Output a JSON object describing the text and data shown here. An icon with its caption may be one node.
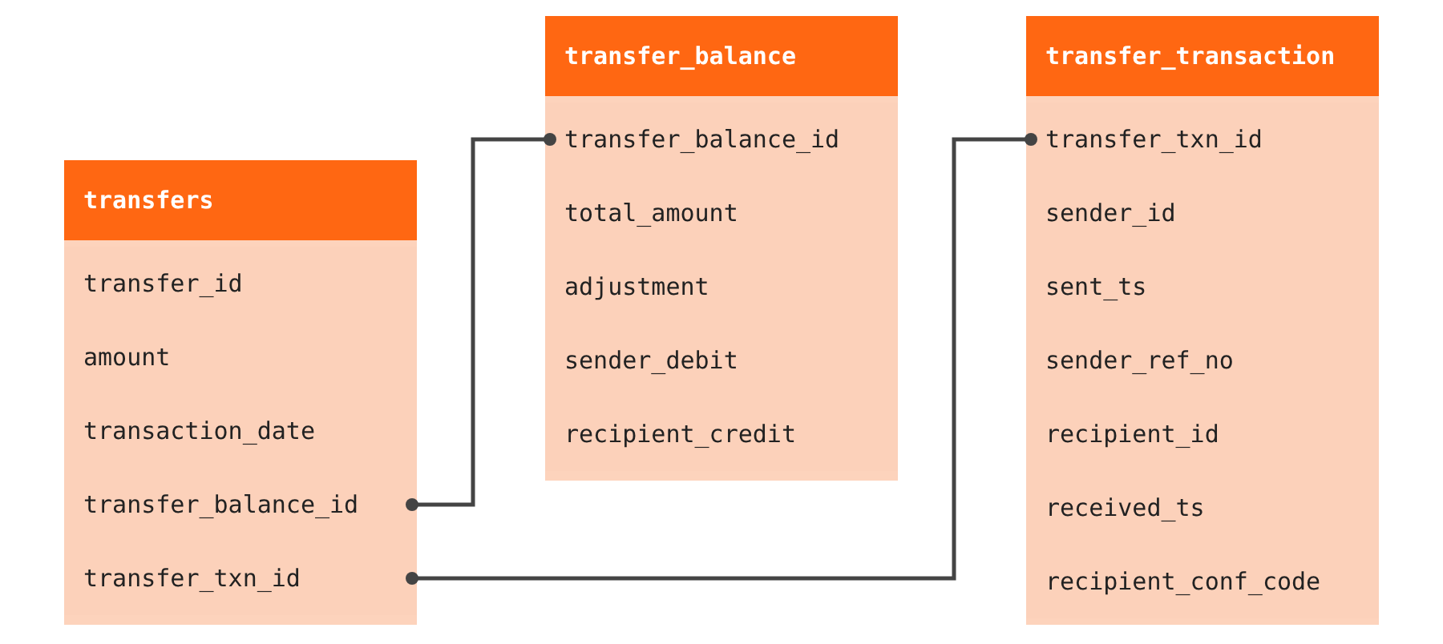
{
  "diagram": {
    "nodes": [
      {
        "text": [
          "transfers"
        ]
      },
      {
        "text": [
          "transfer_id"
        ],
        "in": 0
      },
      {
        "text": [
          "amount"
        ],
        "in": 0
      },
      {
        "text": [
          "transaction_date"
        ],
        "in": 0
      },
      {
        "text": [
          "transfer_balance_id"
        ],
        "in": 0
      },
      {
        "text": [
          "transfer_txn_id"
        ],
        "in": 0
      },
      {
        "text": [
          "transfer_balance"
        ]
      },
      {
        "text": [
          "transfer_balance_id"
        ],
        "in": 6
      },
      {
        "text": [
          "total_amount"
        ],
        "in": 6
      },
      {
        "text": [
          "adjustment"
        ],
        "in": 6
      },
      {
        "text": [
          "sender_debit"
        ],
        "in": 6
      },
      {
        "text": [
          "recipient_credit"
        ],
        "in": 6
      },
      {
        "text": [
          "transfer_transaction"
        ]
      },
      {
        "text": [
          "transfer_txn_id"
        ],
        "in": 12
      },
      {
        "text": [
          "sender_id"
        ],
        "in": 12
      },
      {
        "text": [
          "sent_ts"
        ],
        "in": 12
      },
      {
        "text": [
          "sender_ref_no"
        ],
        "in": 12
      },
      {
        "text": [
          "recipient_id"
        ],
        "in": 12
      },
      {
        "text": [
          "received_ts"
        ],
        "in": 12
      },
      {
        "text": [
          "recipient_conf_code"
        ],
        "in": 12
      }
    ],
    "edges": [
      {
        "from": 4,
        "to": 7,
        "arrow": "other"
      },
      {
        "from": 5,
        "to": 13,
        "arrow": "other"
      }
    ]
  }
}
